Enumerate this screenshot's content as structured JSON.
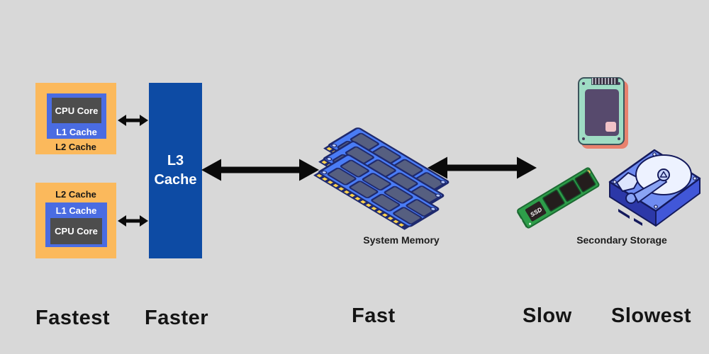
{
  "colors": {
    "background": "#d8d8d8",
    "l2_cache_orange": "#fbb95c",
    "l1_cache_blue": "#4a6ce2",
    "cpu_core_gray": "#4d4d4d",
    "l3_cache_blue": "#0d4ba4",
    "arrow_black": "#0a0a0a",
    "ram_blue": "#4a7cf5",
    "sata_ssd_mint": "#9fdcc4",
    "m2_ssd_green": "#2e9e4a",
    "hdd_blue": "#6f8cf0"
  },
  "icons": {
    "ram": "ram-module-icon",
    "sata_ssd": "sata-ssd-icon",
    "m2_ssd": "m2-ssd-icon",
    "hdd": "hard-drive-icon",
    "arrow": "double-arrow-icon"
  },
  "cpu_block_top": {
    "cpu": "CPU Core",
    "l1": "L1 Cache",
    "l2": "L2 Cache"
  },
  "cpu_block_bottom": {
    "cpu": "CPU Core",
    "l1": "L1 Cache",
    "l2": "L2 Cache"
  },
  "l3_cache": {
    "line1": "L3",
    "line2": "Cache"
  },
  "system_memory": {
    "caption": "System Memory"
  },
  "secondary_storage": {
    "caption": "Secondary Storage",
    "m2_chip_label": "SSD"
  },
  "speed_labels": [
    {
      "label": "Fastest"
    },
    {
      "label": "Faster"
    },
    {
      "label": "Fast"
    },
    {
      "label": "Slow"
    },
    {
      "label": "Slowest"
    }
  ]
}
